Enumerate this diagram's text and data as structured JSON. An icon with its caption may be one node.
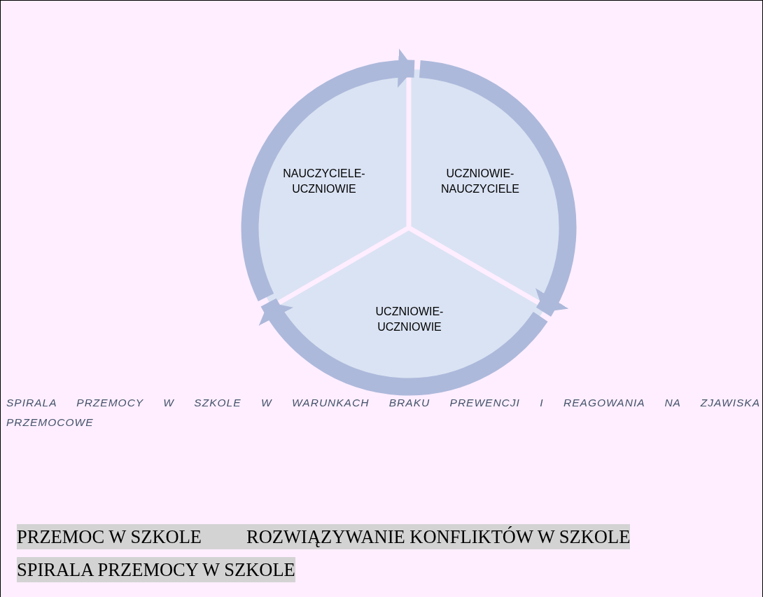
{
  "diagram": {
    "caption": "SPIRALA PRZEMOCY W SZKOLE W WARUNKACH BRAKU PREWENCJI I REAGOWANIA NA ZJAWISKA PRZEMOCOWE",
    "nodes": [
      {
        "text": [
          "NAUCZYCIELE- UCZNIOWIE"
        ]
      },
      {
        "text": [
          "UCZNIOWIE- NAUCZYCIELE"
        ]
      },
      {
        "text": [
          "UCZNIOWIE- UCZNIOWIE"
        ]
      }
    ],
    "edges": [
      {
        "from": 0,
        "to": 1,
        "arrow": "to"
      },
      {
        "from": 1,
        "to": 2,
        "arrow": "to"
      },
      {
        "from": 2,
        "to": 0,
        "arrow": "to"
      }
    ],
    "labels": [
      "PRZEMOC W SZKOLE",
      "ROZWIĄZYWANIE KONFLIKTÓW W SZKOLE",
      "SPIRALA PRZEMOCY W SZKOLE"
    ]
  }
}
